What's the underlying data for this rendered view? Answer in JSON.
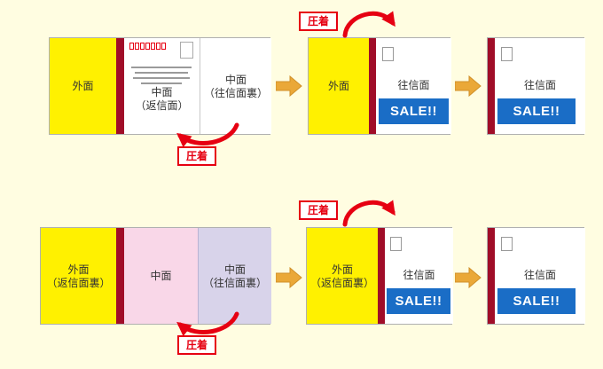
{
  "shared": {
    "press": "圧着",
    "outward": "往信面",
    "sale": "SALE!!"
  },
  "row1": {
    "trifold": {
      "outer": "外面",
      "middle": "中面\n（返信面）",
      "back": "中面\n（往信面裏）"
    },
    "folded": {
      "outer": "外面"
    }
  },
  "row2": {
    "trifold": {
      "outer": "外面\n（返信面裏）",
      "middle": "中面",
      "back": "中面\n（往信面裏）"
    },
    "folded": {
      "outer": "外面\n（返信面裏）"
    }
  },
  "colors": {
    "background": "#FFFDE1",
    "panel_yellow": "#FFF100",
    "seal_stripe": "#A00D28",
    "panel_pink": "#F9D7E8",
    "panel_lavender": "#D8D3EA",
    "sale_blue": "#1A6DC6",
    "step_arrow": "#EAA838",
    "accent_red": "#E60012"
  }
}
